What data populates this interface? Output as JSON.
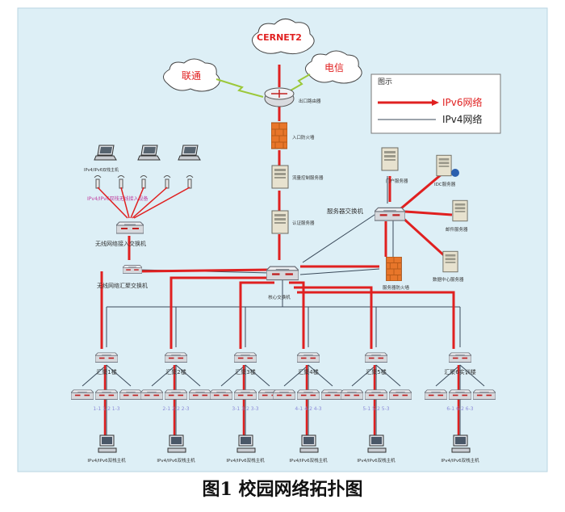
{
  "figure": {
    "caption": "图1 校园网络拓扑图"
  },
  "legend": {
    "title": "图示",
    "ipv6_label": "IPv6网络",
    "ipv4_label": "IPv4网络"
  },
  "clouds": {
    "cernet": "CERNET2",
    "unicom": "联通",
    "telecom": "电信"
  },
  "core": {
    "border_router": "出口路由器",
    "firewall": "入口防火墙",
    "traffic_server": "流量控制服务器",
    "auth_server": "认证服务器",
    "core_switch": "核心交换机"
  },
  "server_farm": {
    "switch": "服务器交换机",
    "firewall": "服务器防火墙",
    "servers": [
      "门户服务器",
      "IDC服务器",
      "邮件服务器",
      "数据中心服务器"
    ]
  },
  "wireless": {
    "clients_label": "IPv4/IPv6双栈主机",
    "ap_label": "IPv4/IPv6双栈无线接入设备",
    "access_switch": "无线网络接入交换机",
    "aggregation_switch": "无线网络汇聚交换机"
  },
  "aggregation_labels": [
    "汇聚1楼",
    "汇聚2楼",
    "汇聚3楼",
    "汇聚4楼",
    "汇聚5楼",
    "汇聚6实训楼"
  ],
  "access_labels": [
    "1-1 1-2 1-3",
    "2-1 2-2 2-3",
    "3-1 3-2 3-3",
    "4-1 4-2 4-3",
    "5-1 5-2 5-3",
    "6-1 6-2 6-3"
  ],
  "host_labels": [
    "IPv4/IPv6双栈主机",
    "IPv4/IPv6双栈主机",
    "IPv4/IPv6双栈主机",
    "IPv4/IPv6双栈主机",
    "IPv4/IPv6双栈主机",
    "IPv4/IPv6双栈主机"
  ],
  "colors": {
    "background": "#ddeff6",
    "ipv6": "#e02020",
    "ipv4": "#3a4a5a",
    "firewall": "#e8762a"
  }
}
